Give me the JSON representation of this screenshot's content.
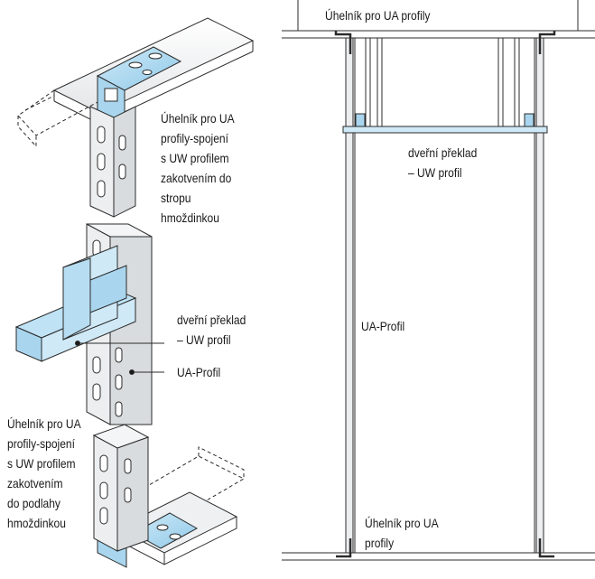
{
  "left_labels": {
    "top_angle": [
      "Úhelník pro UA",
      "profily-spojení",
      "s UW profilem",
      "zakotvením do",
      "stropu",
      "hmoždinkou"
    ],
    "lintel": [
      "dveřní překlad",
      "– UW profil"
    ],
    "ua_profile": "UA-Profil",
    "bottom_angle": [
      "Úhelník pro UA",
      "profily-spojení",
      "s UW profilem",
      "zakotvením",
      "do podlahy",
      "hmoždinkou"
    ]
  },
  "right_labels": {
    "top_angle": "Úhelník pro UA  profily",
    "lintel": [
      "dveřní překlad",
      "– UW profil"
    ],
    "ua_profile": "UA-Profil",
    "bottom_angle": [
      "Úhelník pro UA",
      "profily"
    ]
  },
  "colors": {
    "line": "#2b2b2b",
    "profile_fill": "#eceef0",
    "profile_shade": "#d9dcdf",
    "bracket_fill": "#a9d6ee",
    "bracket_light": "#cfe9f7"
  }
}
